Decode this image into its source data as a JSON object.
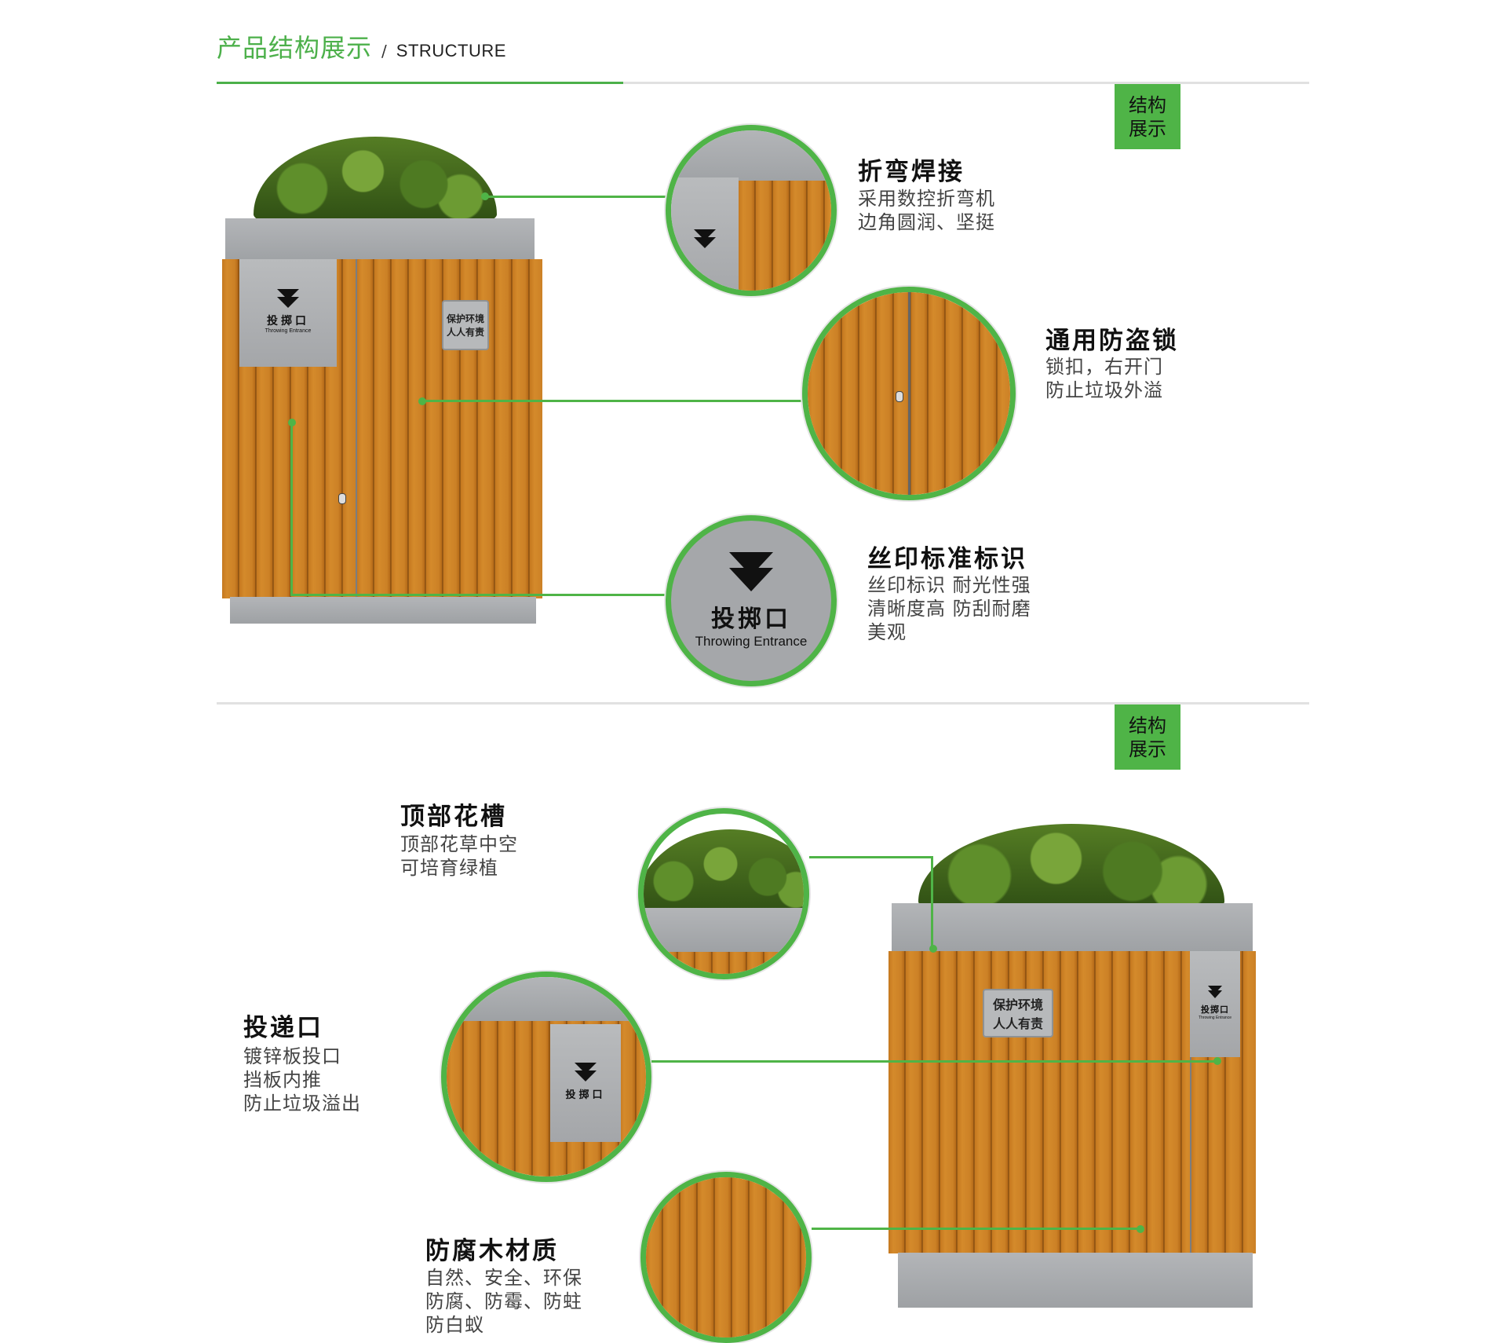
{
  "header": {
    "title_zh": "产品结构展示",
    "separator": "/",
    "title_en": "STRUCTURE"
  },
  "badges": [
    {
      "line1": "结构",
      "line2": "展示"
    },
    {
      "line1": "结构",
      "line2": "展示"
    }
  ],
  "colors": {
    "accent": "#4cb04a",
    "badge": "#4fb447",
    "divider": "#e1e1e1",
    "wood": "#cc8126",
    "steel": "#a9abae"
  },
  "sign": {
    "icon": "double-chevron-down-icon",
    "zh": "投掷口",
    "en": "Throwing Entrance"
  },
  "plate": {
    "line1": "保护环境",
    "line2": "人人有责"
  },
  "section1": {
    "features": [
      {
        "title": "折弯焊接",
        "body": "采用数控折弯机\n边角圆润、坚挺"
      },
      {
        "title": "通用防盗锁",
        "body": "锁扣，右开门\n防止垃圾外溢"
      },
      {
        "title": "丝印标准标识",
        "body": "丝印标识 耐光性强\n清晰度高 防刮耐磨\n美观"
      }
    ]
  },
  "section2": {
    "features": [
      {
        "title": "顶部花槽",
        "body": "顶部花草中空\n可培育绿植"
      },
      {
        "title": "投递口",
        "body": "镀锌板投口\n挡板内推\n防止垃圾溢出"
      },
      {
        "title": "防腐木材质",
        "body": "自然、安全、环保\n防腐、防霉、防蛀\n防白蚁"
      }
    ]
  }
}
